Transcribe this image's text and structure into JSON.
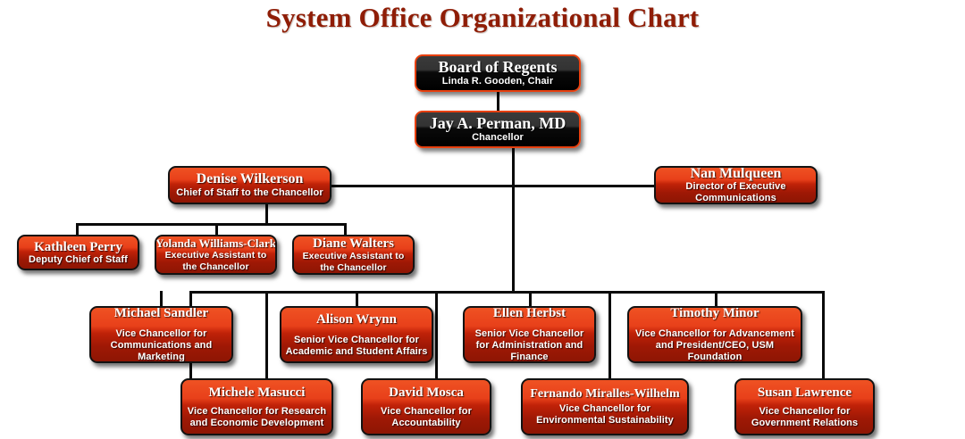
{
  "title": "System Office Organizational Chart",
  "theme": {
    "title_color": "#8f1d06",
    "node_red_top": "#ef5223",
    "node_red_bottom": "#8e1604",
    "node_dark_border": "#e8400f",
    "connector_color": "#0a0a0a",
    "background": "#ffffff",
    "text_color": "#ffffff"
  },
  "nodes": {
    "board": {
      "name": "Board of Regents",
      "title": "Linda R. Gooden, Chair"
    },
    "chancellor": {
      "name": "Jay A. Perman, MD",
      "title": "Chancellor"
    },
    "chief_of_staff": {
      "name": "Denise Wilkerson",
      "title": "Chief of Staff to the Chancellor"
    },
    "comms_director": {
      "name": "Nan Mulqueen",
      "title": "Director of Executive Communications"
    },
    "deputy_chief": {
      "name": "Kathleen Perry",
      "title": "Deputy Chief of Staff"
    },
    "exec_assistant_1": {
      "name": "Yolanda Williams-Clark",
      "title": "Executive Assistant to the Chancellor"
    },
    "exec_assistant_2": {
      "name": "Diane Walters",
      "title": "Executive Assistant to the Chancellor"
    },
    "vc_communications": {
      "name": "Michael Sandler",
      "title": "Vice Chancellor for Communications and Marketing"
    },
    "svc_academic": {
      "name": "Alison Wrynn",
      "title": "Senior Vice Chancellor for Academic and Student Affairs"
    },
    "svc_admin_finance": {
      "name": "Ellen Herbst",
      "title": "Senior Vice Chancellor for Administration and Finance"
    },
    "vc_advancement": {
      "name": "Timothy Minor",
      "title": "Vice Chancellor for Advancement and President/CEO, USM Foundation"
    },
    "vc_research": {
      "name": "Michele Masucci",
      "title": "Vice Chancellor for Research and Economic Development"
    },
    "vc_accountability": {
      "name": "David Mosca",
      "title": "Vice Chancellor for Accountability"
    },
    "vc_sustainability": {
      "name": "Fernando Miralles-Wilhelm",
      "title": "Vice Chancellor for Environmental Sustainability"
    },
    "vc_government": {
      "name": "Susan Lawrence",
      "title": "Vice Chancellor for Government Relations"
    }
  }
}
